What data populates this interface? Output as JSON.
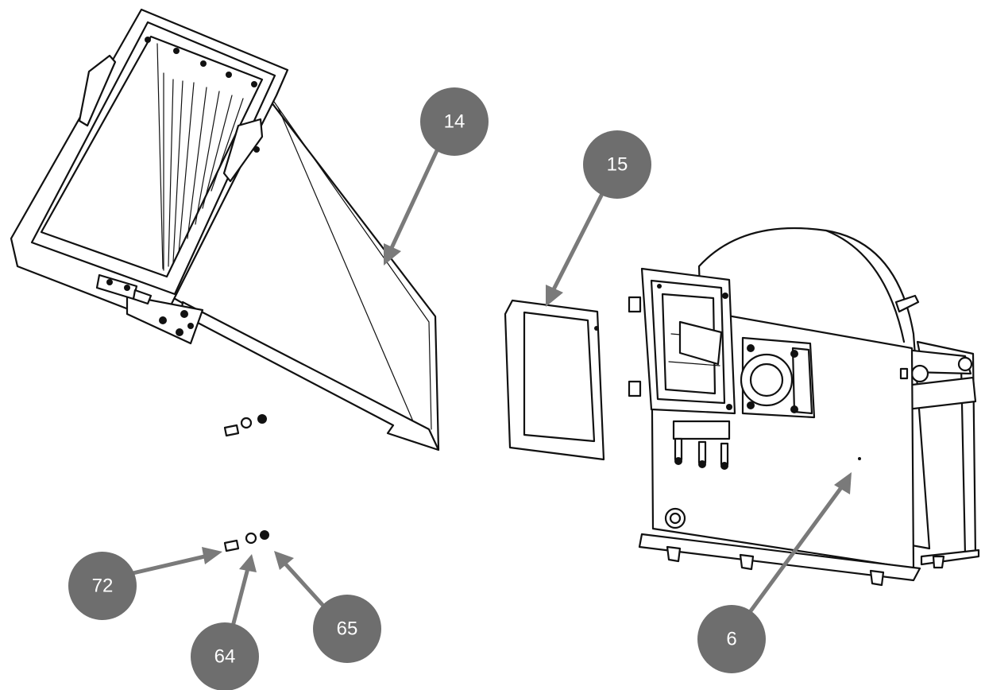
{
  "callouts": [
    {
      "id": "14",
      "label": "14"
    },
    {
      "id": "15",
      "label": "15"
    },
    {
      "id": "6",
      "label": "6"
    },
    {
      "id": "72",
      "label": "72"
    },
    {
      "id": "64",
      "label": "64"
    },
    {
      "id": "65",
      "label": "65"
    }
  ],
  "colors": {
    "callout_fill": "#6e6e6e",
    "callout_text": "#ffffff",
    "leader": "#7a7a7a",
    "line_art": "#111111"
  }
}
